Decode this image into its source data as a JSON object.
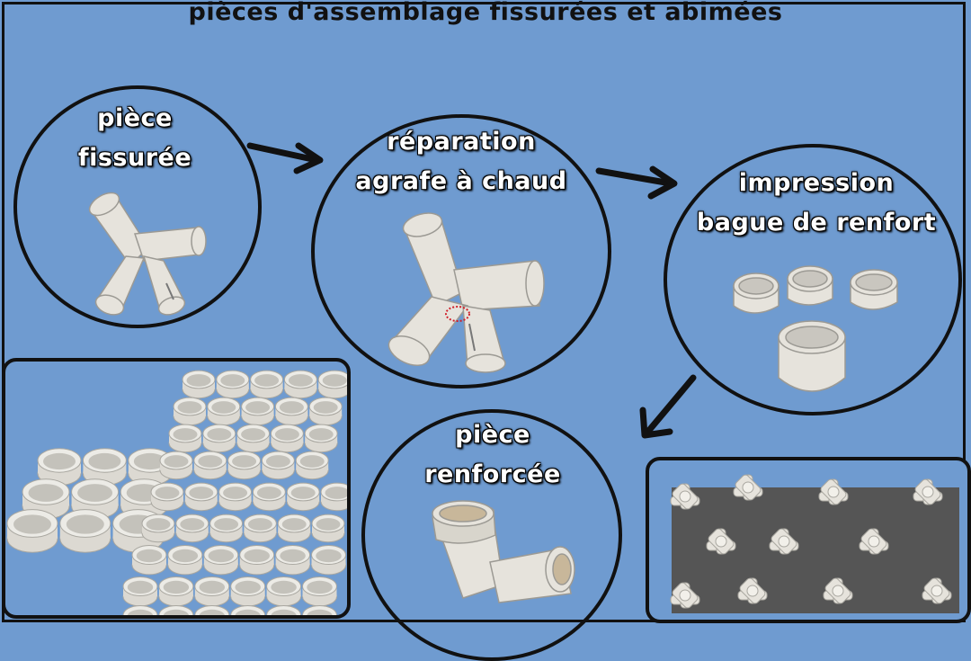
{
  "header": {
    "title": "pièces d'assemblage fissurées et abimées"
  },
  "steps": [
    {
      "line1": "pièce",
      "line2": "fissurée"
    },
    {
      "line1": "réparation",
      "line2": "agrafe à chaud"
    },
    {
      "line1": "impression",
      "line2": "bague de renfort"
    },
    {
      "line1": "pièce",
      "line2": "renforcée"
    }
  ],
  "colors": {
    "background": "#6f9bd0",
    "outline": "#111111",
    "label": "#ffffff",
    "part": "#e6e3dc",
    "mat": "#555555",
    "repair_mark": "#d0202a"
  },
  "icons": [
    "arrow-right-icon",
    "arrow-right-icon",
    "arrow-down-left-icon"
  ]
}
